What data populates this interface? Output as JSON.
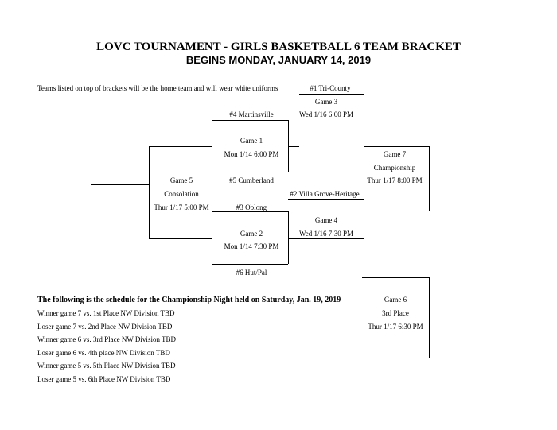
{
  "header": {
    "title": "LOVC TOURNAMENT - GIRLS BASKETBALL 6 TEAM BRACKET",
    "subtitle": "BEGINS MONDAY, JANUARY 14, 2019"
  },
  "note": "Teams listed on top of brackets will be the home team and will wear white uniforms",
  "teams": {
    "t1": "#1 Tri-County",
    "t4": "#4 Martinsville",
    "t5": "#5 Cumberland",
    "t2": "#2 Villa Grove-Heritage",
    "t3": "#3 Oblong",
    "t6": "#6 Hut/Pal"
  },
  "games": {
    "g1": {
      "name": "Game 1",
      "time": "Mon 1/14 6:00 PM"
    },
    "g2": {
      "name": "Game 2",
      "time": "Mon 1/14 7:30 PM"
    },
    "g3": {
      "name": "Game 3",
      "time": "Wed 1/16 6:00 PM"
    },
    "g4": {
      "name": "Game 4",
      "time": "Wed 1/16 7:30 PM"
    },
    "g5": {
      "name": "Game 5",
      "label": "Consolation",
      "time": "Thur 1/17 5:00 PM"
    },
    "g6": {
      "name": "Game 6",
      "label": "3rd Place",
      "time": "Thur 1/17 6:30 PM"
    },
    "g7": {
      "name": "Game 7",
      "label": "Championship",
      "time": "Thur 1/17 8:00 PM"
    }
  },
  "schedule": {
    "heading": "The following is the schedule for the Championship Night held on Saturday,  Jan. 19, 2019",
    "items": [
      "Winner game 7 vs. 1st Place NW Division TBD",
      "Loser game 7 vs. 2nd Place NW Division TBD",
      "Winner game 6 vs. 3rd Place NW Division TBD",
      "Loser game 6 vs. 4th place NW Division TBD",
      "Winner game 5 vs. 5th Place NW Division TBD",
      "Loser game 5 vs. 6th Place NW Division TBD"
    ]
  }
}
